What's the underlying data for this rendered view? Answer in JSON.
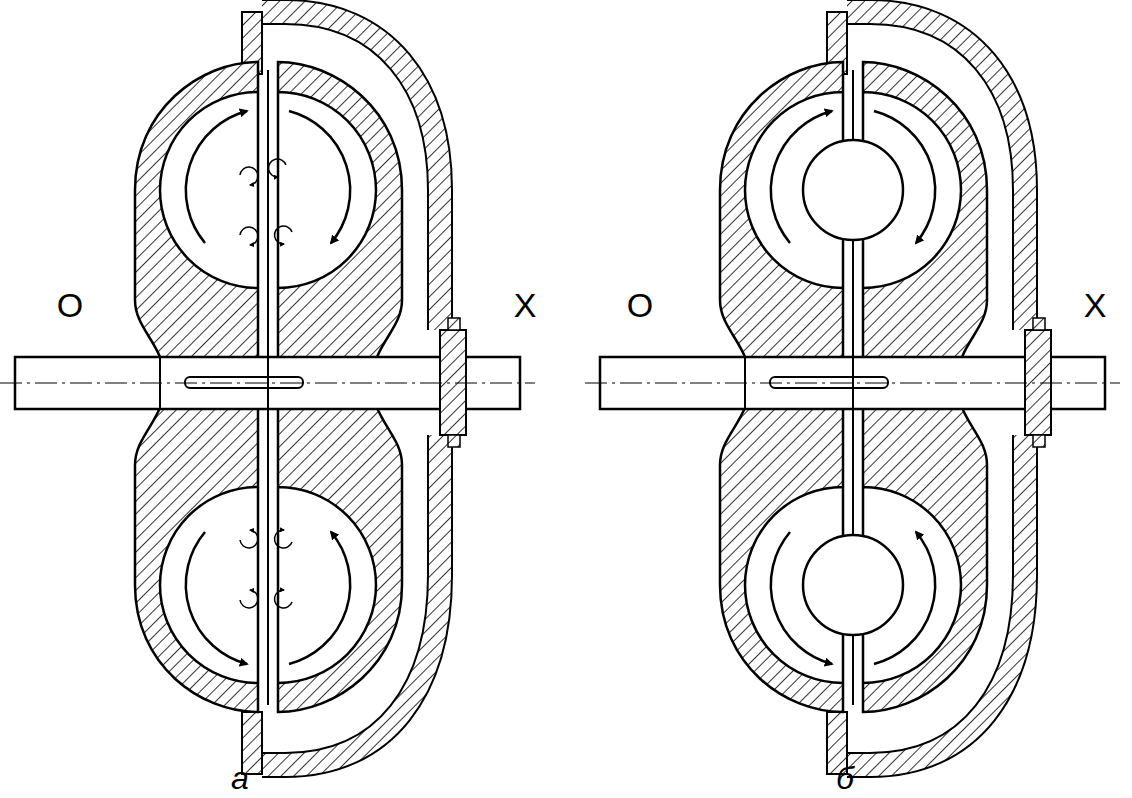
{
  "diagram": {
    "labels": [
      "O",
      "X",
      "O",
      "X",
      "а",
      "б"
    ]
  }
}
